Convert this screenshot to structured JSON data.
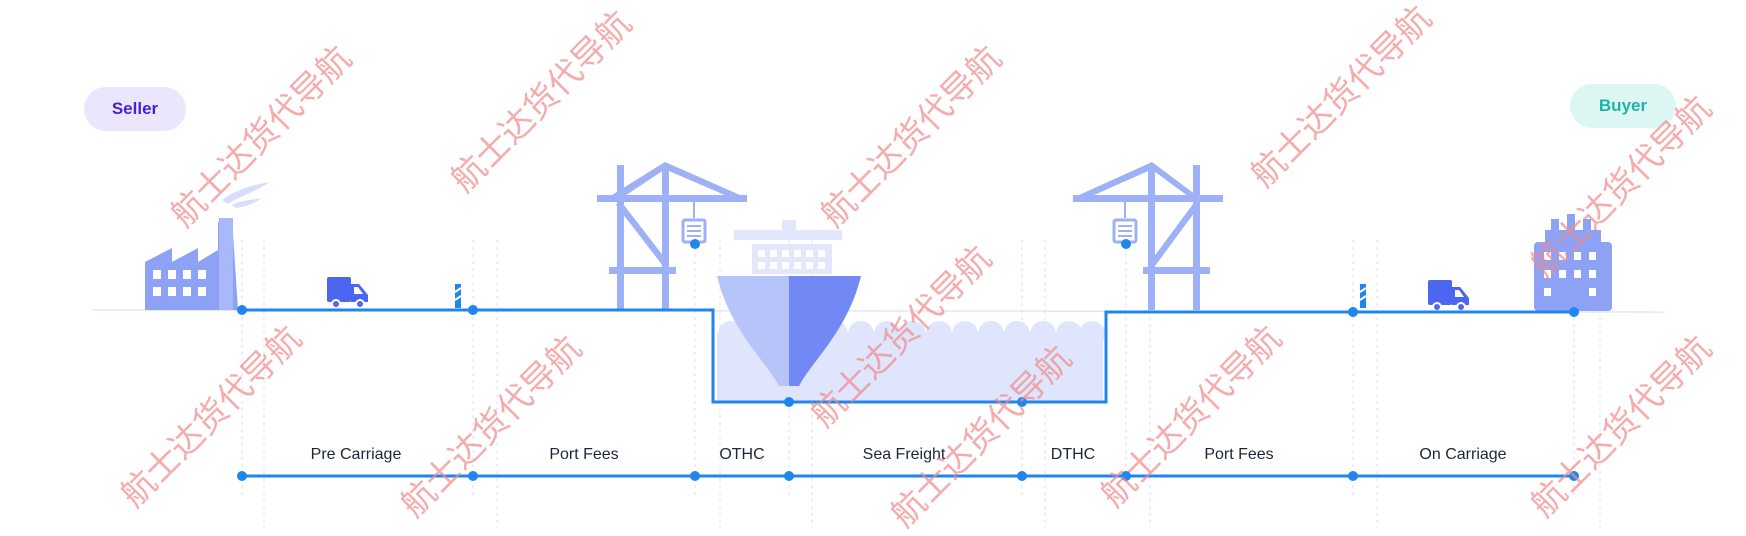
{
  "parties": {
    "seller": "Seller",
    "buyer": "Buyer"
  },
  "segments": [
    {
      "id": "pre-carriage",
      "label": "Pre Carriage"
    },
    {
      "id": "port-fees-origin",
      "label": "Port Fees"
    },
    {
      "id": "othc",
      "label": "OTHC"
    },
    {
      "id": "sea-freight",
      "label": "Sea Freight"
    },
    {
      "id": "dthc",
      "label": "DTHC"
    },
    {
      "id": "port-fees-destination",
      "label": "Port Fees"
    },
    {
      "id": "on-carriage",
      "label": "On Carriage"
    }
  ],
  "watermark": "航士达货代导航",
  "colors": {
    "route_line": "#1f86ee",
    "icon_blue": "#8ea2f5",
    "truck_blue": "#4d66f0",
    "water": "#dfe5fc",
    "seller_text": "#4b1fd6",
    "buyer_text": "#1fb3a8"
  }
}
